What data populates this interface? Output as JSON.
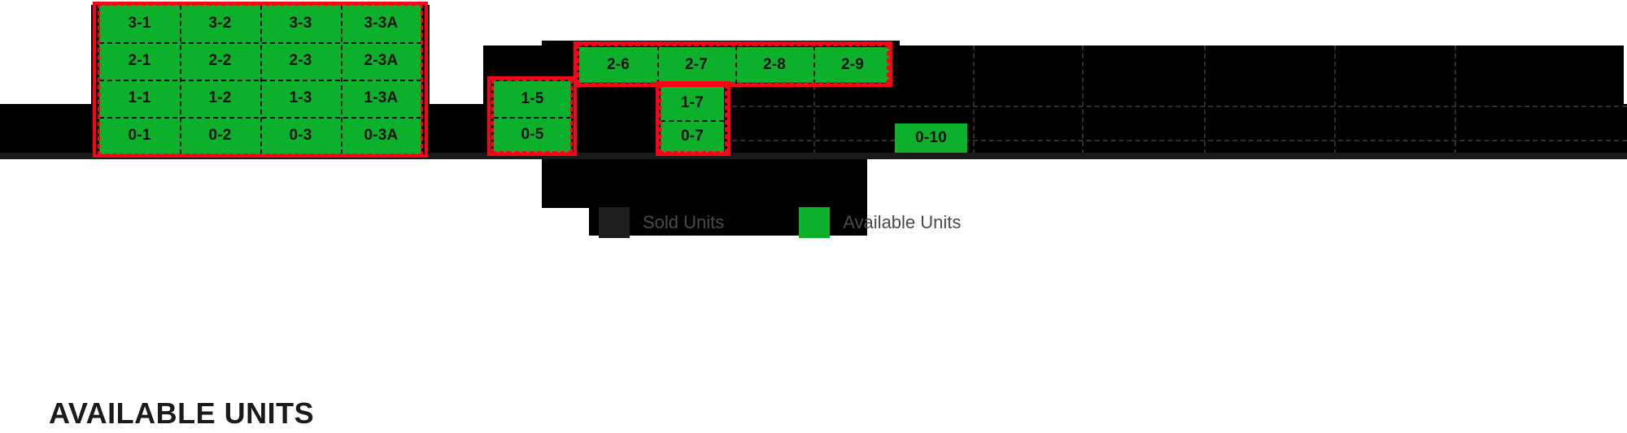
{
  "page": {
    "footer_title": "AVAILABLE UNITS",
    "background_color": "#ffffff",
    "available_color": "#0db02b",
    "sold_color": "#000000",
    "highlight_color": "#ff0016",
    "grid_color": "#2e2e2e"
  },
  "legend": {
    "items": [
      {
        "label": "Sold Units",
        "swatch": "sold",
        "color": "#1e1e1e"
      },
      {
        "label": "Available Units",
        "swatch": "avail",
        "color": "#0db02b"
      }
    ]
  },
  "blocks": {
    "left_tower": {
      "name": "left-tower",
      "rows": [
        "3",
        "2",
        "1",
        "0"
      ],
      "columns": [
        "1",
        "2",
        "3",
        "3A"
      ],
      "units": [
        {
          "id": "3-1",
          "status": "available"
        },
        {
          "id": "3-2",
          "status": "available"
        },
        {
          "id": "3-3",
          "status": "available"
        },
        {
          "id": "3-3A",
          "status": "available"
        },
        {
          "id": "2-1",
          "status": "available"
        },
        {
          "id": "2-2",
          "status": "available"
        },
        {
          "id": "2-3",
          "status": "available"
        },
        {
          "id": "2-3A",
          "status": "available"
        },
        {
          "id": "1-1",
          "status": "available"
        },
        {
          "id": "1-2",
          "status": "available"
        },
        {
          "id": "1-3",
          "status": "available"
        },
        {
          "id": "1-3A",
          "status": "available"
        },
        {
          "id": "0-1",
          "status": "available"
        },
        {
          "id": "0-2",
          "status": "available"
        },
        {
          "id": "0-3",
          "status": "available"
        },
        {
          "id": "0-3A",
          "status": "available"
        }
      ]
    },
    "stack_5": {
      "name": "stack-5",
      "units": [
        {
          "id": "1-5",
          "status": "available"
        },
        {
          "id": "0-5",
          "status": "available"
        }
      ]
    },
    "row_2": {
      "name": "level-2-band",
      "units": [
        {
          "id": "2-6",
          "status": "available"
        },
        {
          "id": "2-7",
          "status": "available"
        },
        {
          "id": "2-8",
          "status": "available"
        },
        {
          "id": "2-9",
          "status": "available"
        }
      ]
    },
    "stack_7": {
      "name": "stack-7",
      "units": [
        {
          "id": "1-7",
          "status": "available"
        },
        {
          "id": "0-7",
          "status": "available"
        }
      ]
    },
    "single_10": {
      "name": "unit-0-10",
      "units": [
        {
          "id": "0-10",
          "status": "available"
        }
      ]
    }
  }
}
